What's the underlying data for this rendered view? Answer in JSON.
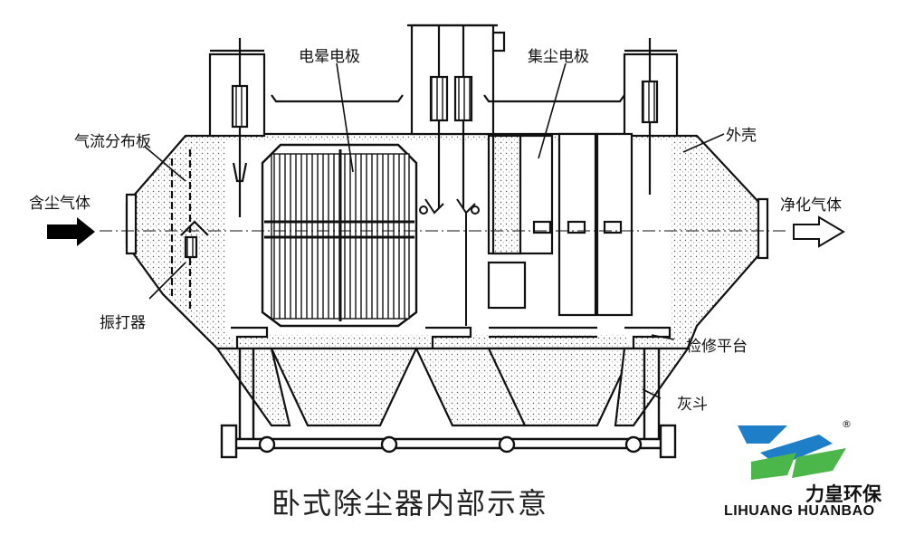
{
  "labels": {
    "corona_electrode": "电晕电极",
    "collecting_electrode": "集尘电极",
    "gas_distribution_plate": "气流分布板",
    "shell": "外壳",
    "dusty_gas": "含尘气体",
    "clean_gas": "净化气体",
    "rapper": "振打器",
    "maintenance_platform": "检修平台",
    "ash_hopper": "灰斗"
  },
  "title": "卧式除尘器内部示意",
  "brand": {
    "name_cn": "力皇环保",
    "name_en": "LIHUANG HUANBAO",
    "registered": "®",
    "colors": {
      "blue": "#1e7fc8",
      "green": "#4bb64a"
    }
  }
}
